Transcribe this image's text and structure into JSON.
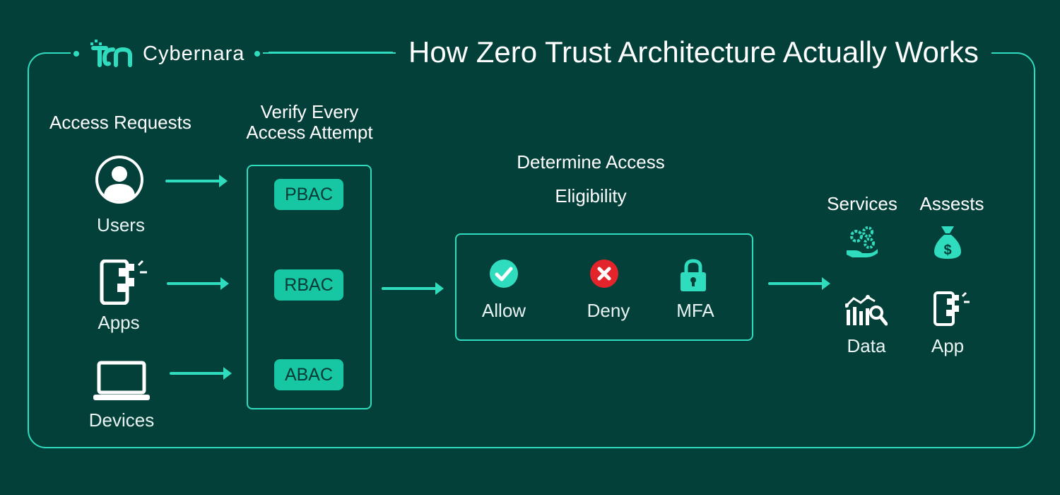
{
  "brand": {
    "name": "Cybernara"
  },
  "title": "How Zero Trust Architecture Actually Works",
  "requests": {
    "heading": "Access Requests",
    "items": [
      {
        "label": "Users",
        "icon": "user-icon"
      },
      {
        "label": "Apps",
        "icon": "mobile-app-icon"
      },
      {
        "label": "Devices",
        "icon": "laptop-icon"
      }
    ]
  },
  "verify": {
    "heading_line1": "Verify Every",
    "heading_line2": "Access Attempt",
    "policies": [
      "PBAC",
      "RBAC",
      "ABAC"
    ]
  },
  "determine": {
    "heading_line1": "Determine Access",
    "heading_line2": "Eligibility",
    "outcomes": [
      {
        "label": "Allow",
        "icon": "check-circle-icon",
        "color": "#2fdcbd"
      },
      {
        "label": "Deny",
        "icon": "x-circle-icon",
        "color": "#e3242b"
      },
      {
        "label": "MFA",
        "icon": "lock-icon",
        "color": "#2fdcbd"
      }
    ]
  },
  "resources": {
    "headings": [
      "Services",
      "Assests"
    ],
    "items": [
      {
        "label": "Data",
        "icon": "data-analytics-icon"
      },
      {
        "label": "App",
        "icon": "mobile-app-icon"
      }
    ],
    "icons": [
      "services-gears-icon",
      "money-bag-icon"
    ]
  },
  "colors": {
    "background": "#03403a",
    "accent": "#2fdcbd",
    "pill": "#17c7a3",
    "deny": "#e3242b"
  }
}
